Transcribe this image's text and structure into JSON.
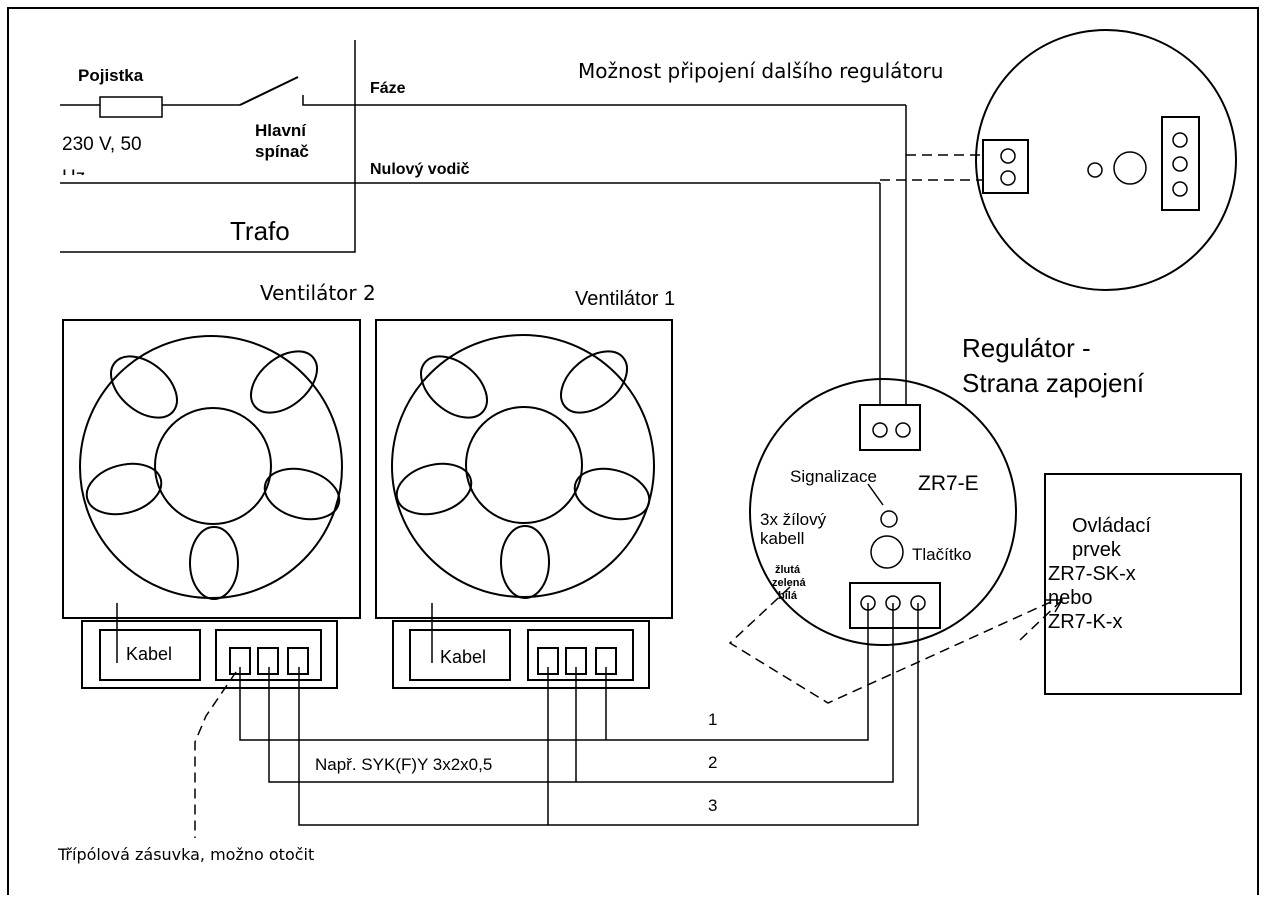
{
  "power": {
    "fuse_label": "Pojistka",
    "voltage_label": "230 V,  50",
    "voltage_cut": "Hz",
    "main_switch_line1": "Hlavní",
    "main_switch_line2": "spínač",
    "phase_label": "Fáze",
    "neutral_label": "Nulový vodič",
    "transformer_label": "Trafo"
  },
  "extra_regulator": {
    "caption": "Možnost připojení  dalšího regulátoru"
  },
  "fans": [
    {
      "title": "Ventilátor 2",
      "cable_label": "Kabel"
    },
    {
      "title": "Ventilátor 1",
      "cable_label": "Kabel"
    }
  ],
  "regulator": {
    "side_caption_line1": "Regulátor -",
    "side_caption_line2": "Strana zapojení",
    "model": "ZR7-E",
    "signal_label": "Signalizace",
    "button_label": "Tlačítko",
    "cable_line1": "3x žílový",
    "cable_line2": "kabell",
    "wire_color_1": "žlutá",
    "wire_color_2": "zelená",
    "wire_color_3": "bílá"
  },
  "control_element": {
    "line1": "Ovládací",
    "line2": "prvek",
    "line3": "ZR7-SK-x",
    "line4": "nebo",
    "line5": "ZR7-K-x"
  },
  "wiring": {
    "cable_example": "Např. SYK(F)Y 3x2x0,5",
    "wire_numbers": [
      "1",
      "2",
      "3"
    ],
    "socket_note": "Třípólová zásuvka, možno otočit"
  }
}
